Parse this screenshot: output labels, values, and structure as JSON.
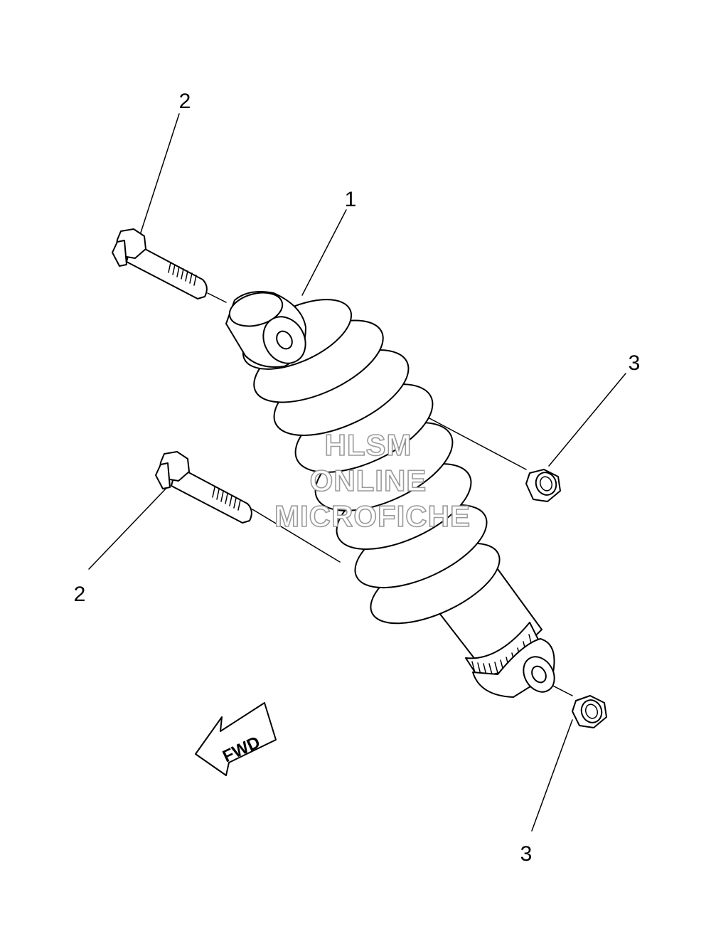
{
  "callouts": {
    "shock_absorber": "1",
    "bolt_upper": "2",
    "bolt_lower": "2",
    "nut_upper": "3",
    "nut_lower": "3"
  },
  "watermark": {
    "line1": "HLSM",
    "line2": "ONLINE",
    "line3": "MICROFICHE"
  },
  "direction_arrow": {
    "label": "FWD"
  }
}
